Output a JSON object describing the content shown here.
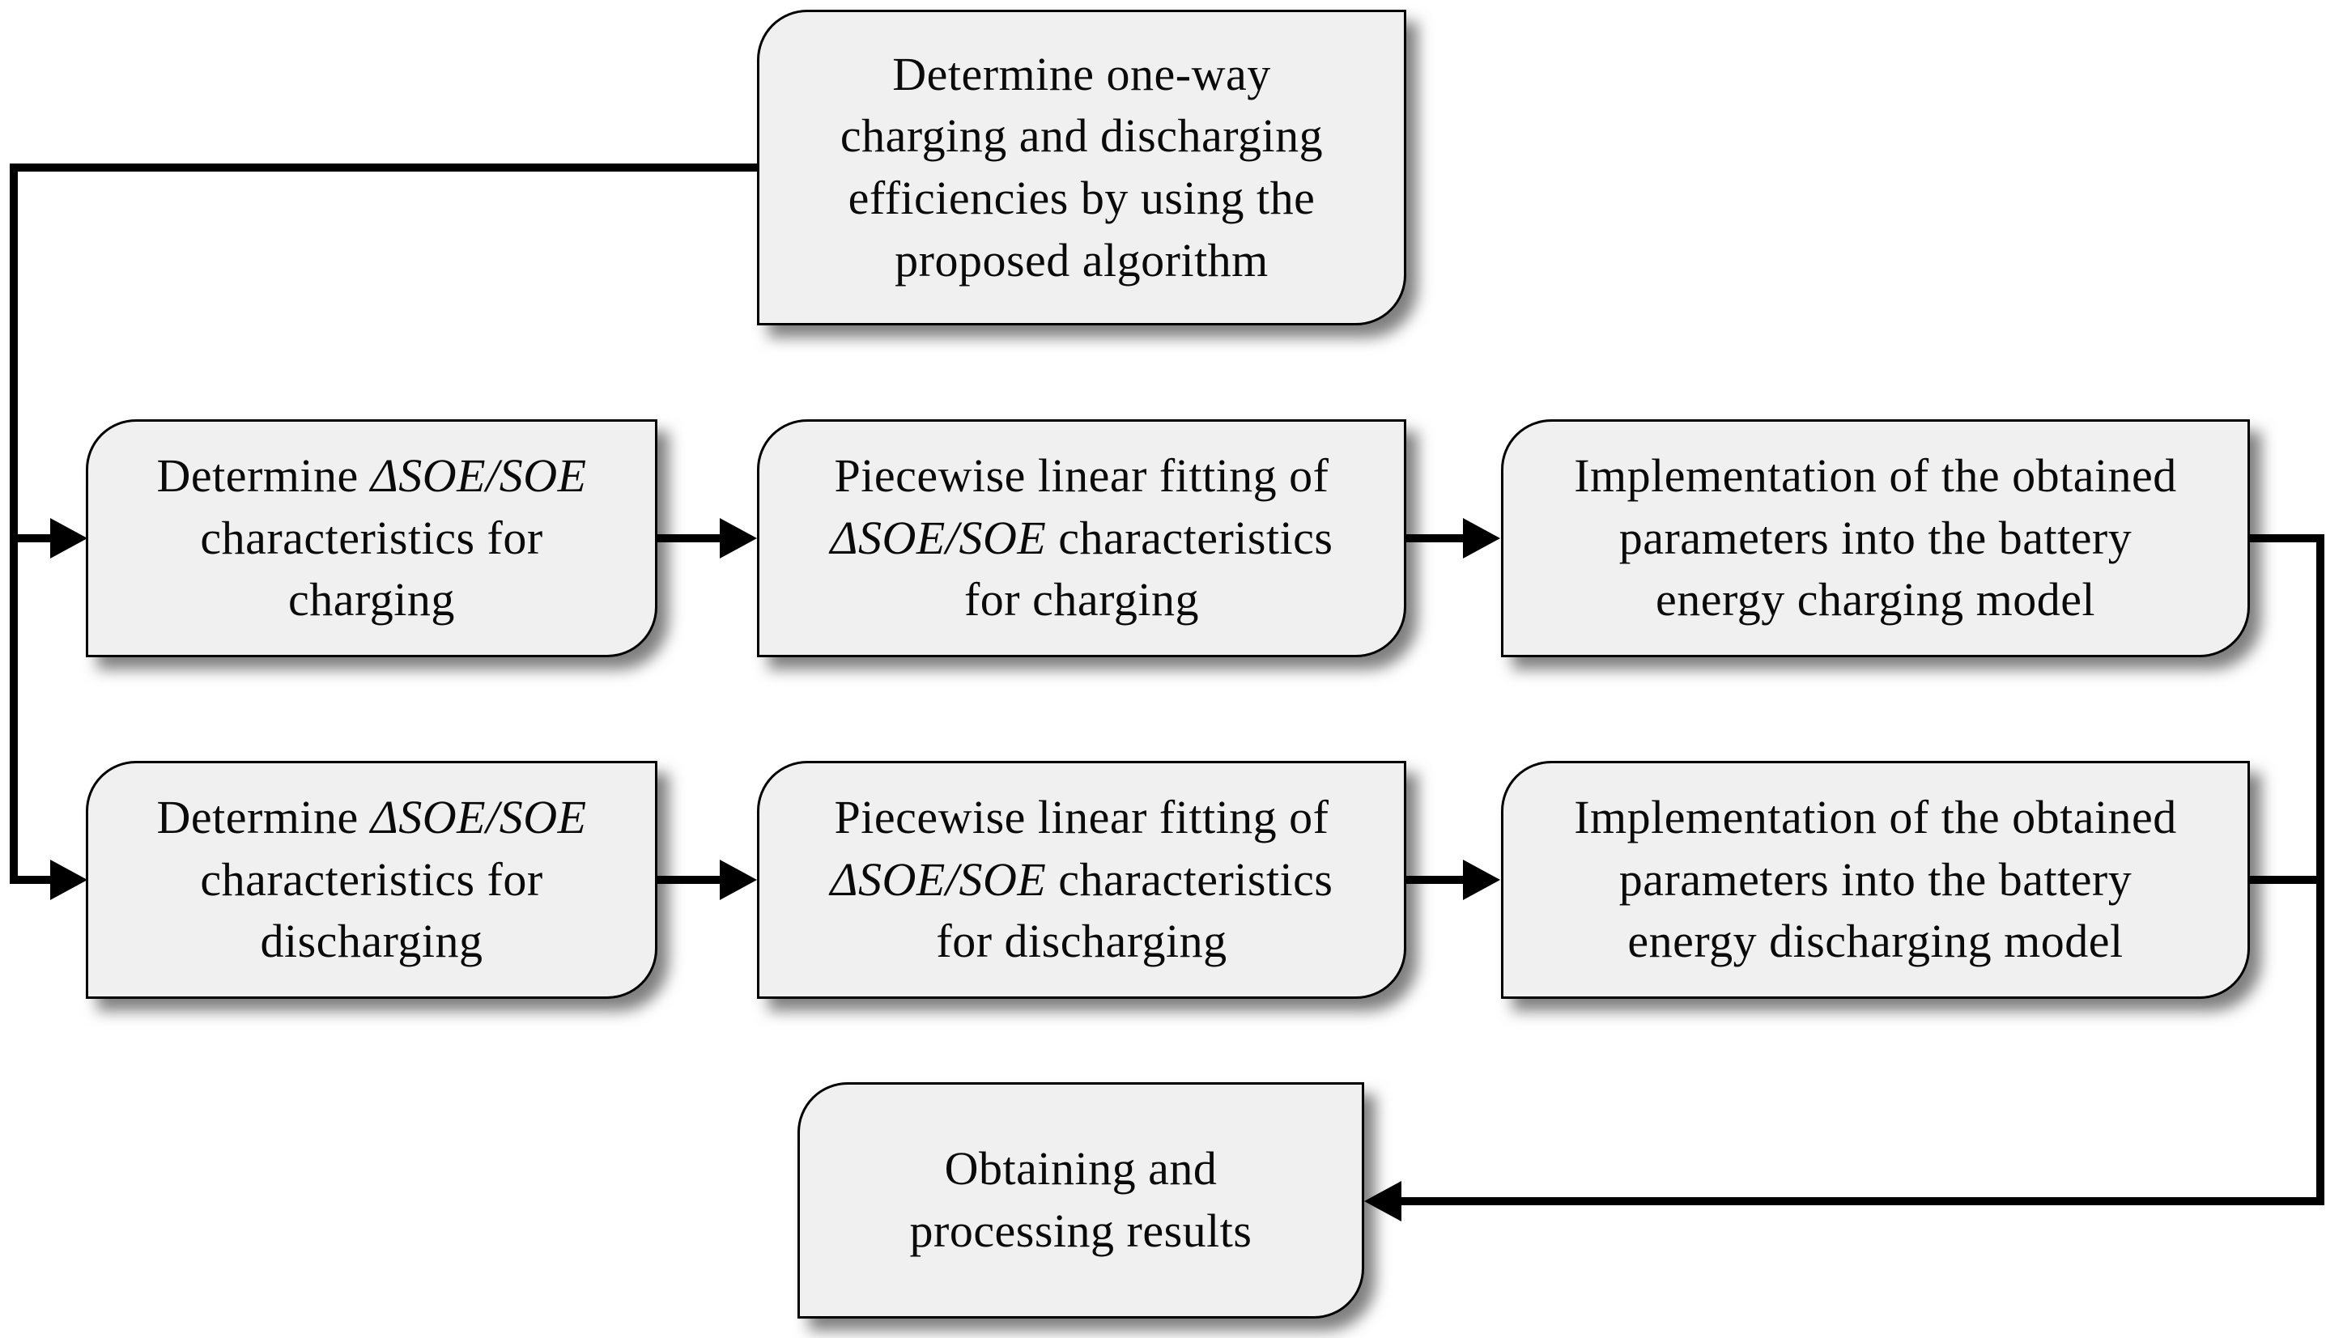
{
  "terms": {
    "delta_soe": "ΔSOE/SOE"
  },
  "nodes": {
    "determine_efficiencies": {
      "l1": "Determine one-way",
      "l2": "charging and discharging",
      "l3": "efficiencies by using the",
      "l4": "proposed algorithm"
    },
    "determine_charging": {
      "l1_pre": "Determine ",
      "l2": "characteristics for",
      "l3": "charging"
    },
    "fitting_charging": {
      "l1": "Piecewise linear fitting of",
      "l2_post": " characteristics",
      "l3": "for charging"
    },
    "implementation_charging": {
      "l1": "Implementation of the obtained",
      "l2": "parameters into the battery",
      "l3": "energy charging model"
    },
    "determine_discharging": {
      "l1_pre": "Determine ",
      "l2": "characteristics for",
      "l3": "discharging"
    },
    "fitting_discharging": {
      "l1": "Piecewise linear fitting of",
      "l2_post": " characteristics",
      "l3": "for discharging"
    },
    "implementation_discharging": {
      "l1": "Implementation of the obtained",
      "l2": "parameters into the battery",
      "l3": "energy discharging model"
    },
    "results": {
      "l1": "Obtaining and",
      "l2": "processing results"
    }
  },
  "colors": {
    "node_fill": "#f0f0f0",
    "node_border": "#000000",
    "connector": "#000000",
    "background": "#ffffff"
  }
}
